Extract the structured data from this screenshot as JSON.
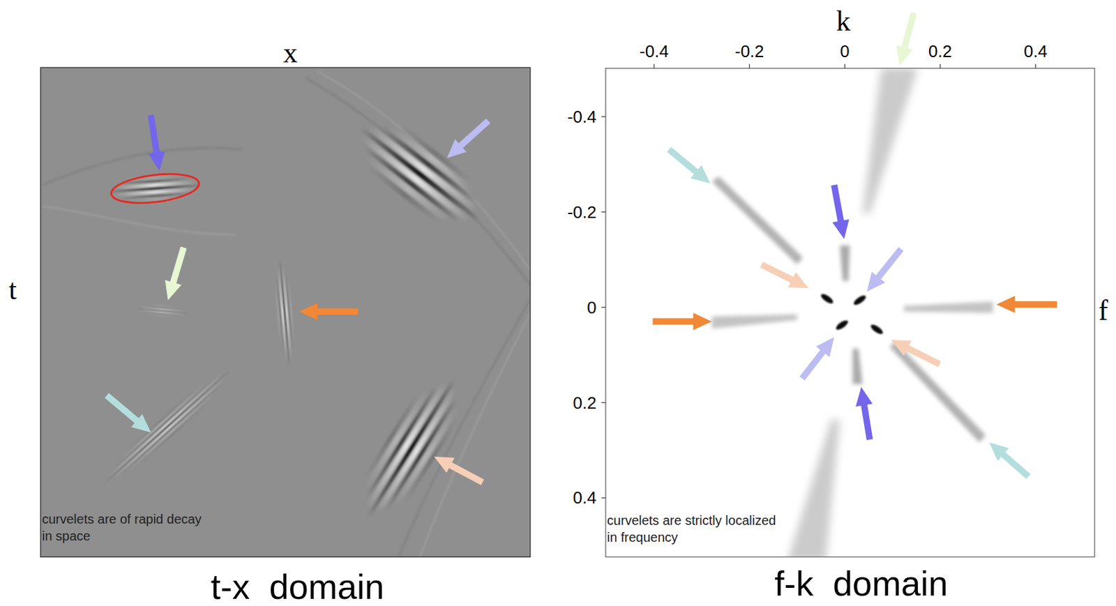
{
  "diagram": {
    "labels": [
      "x",
      "t",
      "curvelets are of rapid decay in space",
      "t-x  domain",
      "k",
      "-0.4",
      "-0.2",
      "0",
      "0.2",
      "0.4",
      "-0.4",
      "-0.2",
      "0",
      "0.2",
      "0.4",
      "f",
      "curvelets are strictly localized in frequency",
      "f-k  domain"
    ]
  }
}
